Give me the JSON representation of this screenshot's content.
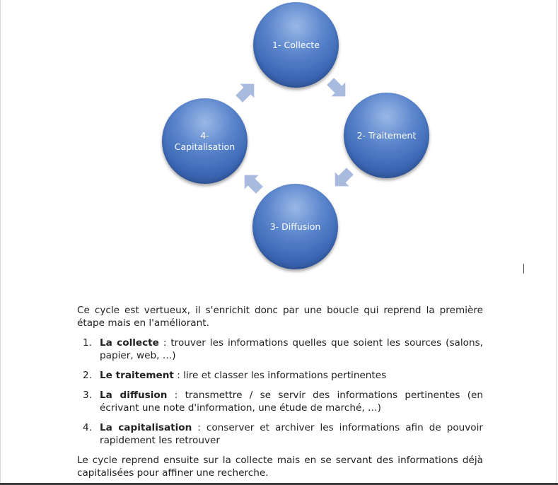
{
  "diagram": {
    "nodes": [
      {
        "label": "1- Collecte"
      },
      {
        "label": "2- Traitement"
      },
      {
        "label": "3- Diffusion"
      },
      {
        "label": "4- Capitalisation"
      }
    ],
    "arrow_color": "#a9badf",
    "node_color": "#4a75c0"
  },
  "text": {
    "intro": "Ce cycle est vertueux, il s'enrichit donc par une boucle qui reprend la première étape mais en l'améliorant.",
    "steps": [
      {
        "num": "1.",
        "term": "La collecte",
        "sep": " : ",
        "desc": "trouver les informations quelles que soient les sources (salons, papier, web, …)"
      },
      {
        "num": "2.",
        "term": "Le traitement",
        "sep": " : ",
        "desc": "lire et classer les informations pertinentes"
      },
      {
        "num": "3.",
        "term": "La diffusion",
        "sep": " : ",
        "desc": "transmettre / se servir des informations pertinentes (en écrivant une note d'information, une étude de marché, …)"
      },
      {
        "num": "4.",
        "term": "La capitalisation",
        "sep": " : ",
        "desc": "conserver et archiver les informations afin de pouvoir rapidement les retrouver"
      }
    ],
    "outro": "Le cycle reprend ensuite sur la collecte mais en se servant des informations déjà capitalisées pour affiner une recherche."
  }
}
